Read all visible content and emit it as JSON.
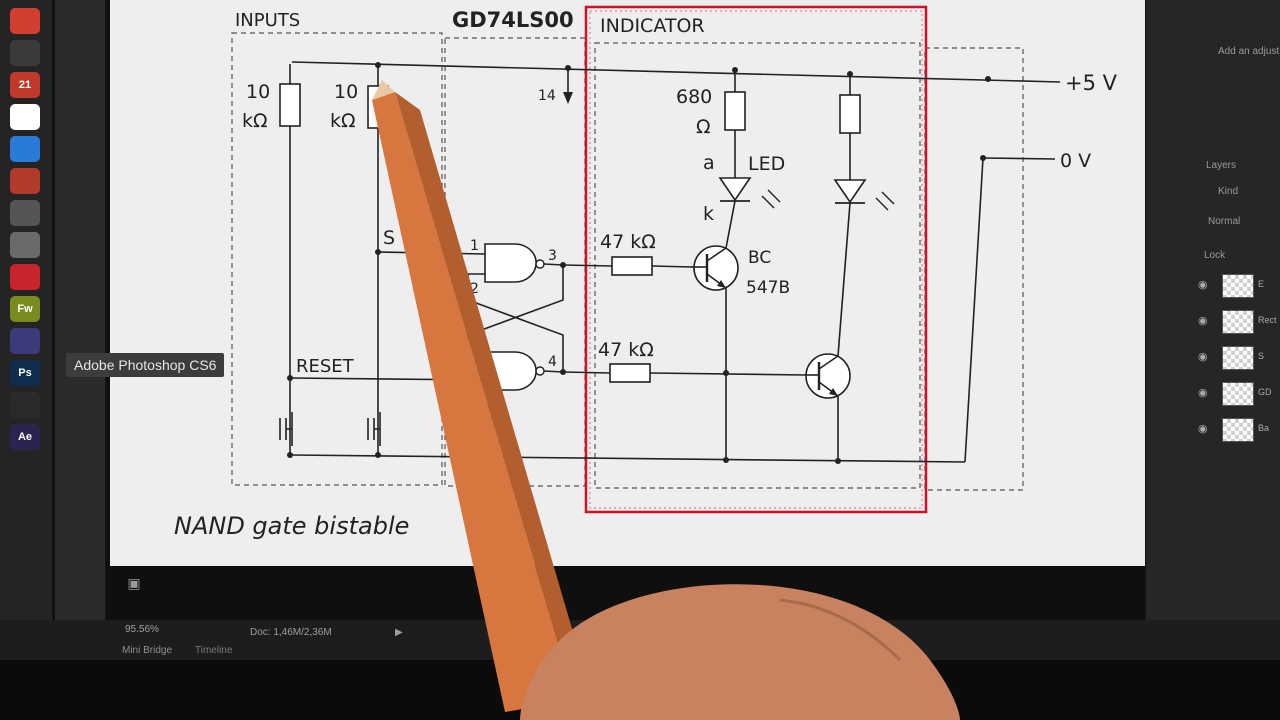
{
  "app": {
    "tooltip": "Adobe Photoshop CS6"
  },
  "dock": {
    "icons": [
      {
        "name": "chrome-icon",
        "color": "#d23f31",
        "label": ""
      },
      {
        "name": "camera-icon",
        "color": "#3a3a3a",
        "label": ""
      },
      {
        "name": "calendar-icon",
        "color": "#c0392b",
        "label": "21"
      },
      {
        "name": "document-icon",
        "color": "#ffffff",
        "label": ""
      },
      {
        "name": "firefox-icon",
        "color": "#2a7bd8",
        "label": ""
      },
      {
        "name": "flashlight-icon",
        "color": "#b23a2a",
        "label": ""
      },
      {
        "name": "photos-icon",
        "color": "#555555",
        "label": ""
      },
      {
        "name": "settings-icon",
        "color": "#6a6a6a",
        "label": ""
      },
      {
        "name": "acrobat-icon",
        "color": "#c8242b",
        "label": ""
      },
      {
        "name": "fireworks-icon",
        "color": "#7a8b1f",
        "label": "Fw"
      },
      {
        "name": "indesign-icon",
        "color": "#3c3a7a",
        "label": ""
      },
      {
        "name": "photoshop-icon",
        "color": "#0e2d4f",
        "label": "Ps"
      },
      {
        "name": "trash-icon",
        "color": "#2a2a2a",
        "label": ""
      },
      {
        "name": "after-effects-icon",
        "color": "#2c2450",
        "label": "Ae"
      }
    ]
  },
  "canvas": {
    "labels": {
      "inputs": "INPUTS",
      "chip": "GD74LS00",
      "indicator": "INDICATOR",
      "r1_value": "10",
      "r1_unit": "kΩ",
      "r2_value": "10",
      "r2_unit": "kΩ",
      "pin14": "14",
      "r3_value": "680",
      "r3_unit": "Ω",
      "anode": "a",
      "led": "LED",
      "cathode": "k",
      "set": "S",
      "reset": "RESET",
      "pin1": "1",
      "pin2": "2",
      "pin3": "3",
      "pin4": "4",
      "rb1": "47 kΩ",
      "rb2": "47 kΩ",
      "transistor_line1": "BC",
      "transistor_line2": "547B",
      "vplus": "+5 V",
      "vzero": "0 V",
      "caption": "NAND gate bistable"
    },
    "indicator_box_color": "#d0102a"
  },
  "status": {
    "zoom": "95.56%",
    "doc": "Doc: 1,46M/2,36M",
    "tabs": [
      "Mini Bridge",
      "Timeline"
    ]
  },
  "panel": {
    "adjustments_label": "Add an adjust",
    "layers_label": "Layers",
    "kind": "Kind",
    "mode": "Normal",
    "lock": "Lock",
    "layers": [
      {
        "name": "E"
      },
      {
        "name": "Rect"
      },
      {
        "name": "S"
      },
      {
        "name": "GD"
      },
      {
        "name": "Ba"
      }
    ]
  }
}
